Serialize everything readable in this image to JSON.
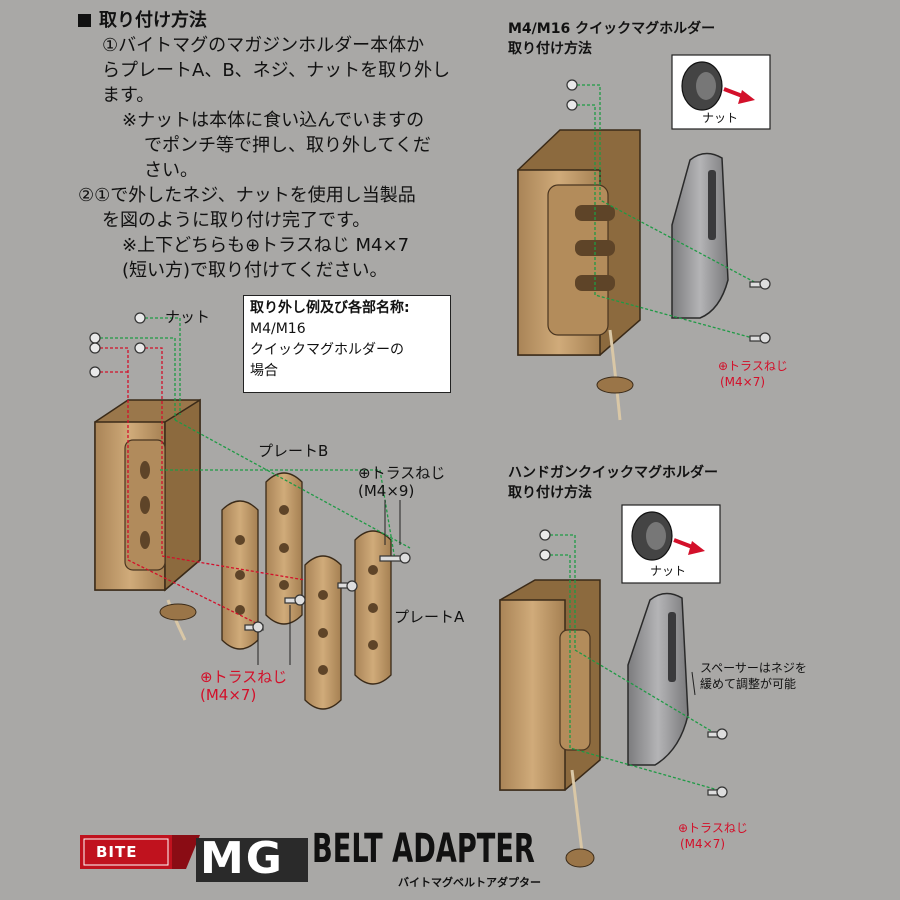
{
  "instructions": {
    "heading": "取り付け方法",
    "lines": [
      "①バイトマグのマガジンホルダー本体か",
      "らプレートA、B、ネジ、ナットを取り外し",
      "ます。",
      "※ナットは本体に食い込んでいますの",
      "でポンチ等で押し、取り外してくだ",
      "さい。",
      "②①で外したネジ、ナットを使用し当製品",
      "を図のように取り付け完了です。",
      "※上下どちらも⊕トラスねじ M4×7",
      "(短い方)で取り付けてください。"
    ]
  },
  "example_box": {
    "title": "取り外し例及び各部名称:",
    "lines": [
      "M4/M16",
      "クイックマグホルダーの",
      "場合"
    ]
  },
  "left_diagram": {
    "nut_label": "ナット",
    "plate_b_label": "プレートB",
    "plate_a_label": "プレートA",
    "screw_long_label": "⊕トラスねじ",
    "screw_long_size": "(M4×9)",
    "screw_short_label": "⊕トラスねじ",
    "screw_short_size": "(M4×7)"
  },
  "m4_section": {
    "title_line1": "M4/M16 クイックマグホルダー",
    "title_line2": "取り付け方法",
    "nut_label": "ナット",
    "screw_label": "⊕トラスねじ",
    "screw_size": "(M4×7)"
  },
  "handgun_section": {
    "title_line1": "ハンドガンクイックマグホルダー",
    "title_line2": "取り付け方法",
    "nut_label": "ナット",
    "spacer_line1": "スペーサーはネジを",
    "spacer_line2": "緩めて調整が可能",
    "screw_label": "⊕トラスねじ",
    "screw_size": "(M4×7)"
  },
  "logo": {
    "bite": "BITE",
    "mg": "MG",
    "title": "BELT ADAPTER",
    "subtitle": "バイトマグベルトアダプター"
  },
  "colors": {
    "background": "#a9a8a6",
    "tan": "#c6a171",
    "tan_dark": "#8c6a3e",
    "clip_gray": "#8f8f91",
    "green_line": "#1f9a45",
    "red_line": "#d3102a",
    "logo_red": "#c0121e"
  }
}
